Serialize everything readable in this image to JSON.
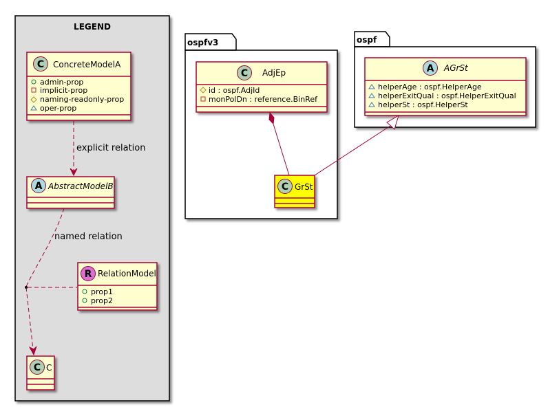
{
  "colors": {
    "class_fill": "#FEFECE",
    "class_border": "#A80036",
    "highlight_fill": "#FFFF00",
    "legend_fill": "#DDDDDD",
    "class_badge": "#ADD1B2",
    "abstract_badge": "#A9DCDF",
    "relation_badge": "#DA70D6",
    "package_fill": "#FFFFFF"
  },
  "legend": {
    "title": "LEGEND",
    "concrete_model": {
      "badge": "C",
      "name": "ConcreteModelA",
      "props": [
        {
          "visibility": "public",
          "name": "admin-prop"
        },
        {
          "visibility": "private",
          "name": "implicit-prop"
        },
        {
          "visibility": "protected",
          "name": "naming-readonly-prop"
        },
        {
          "visibility": "package",
          "name": "oper-prop"
        }
      ]
    },
    "explicit_relation_label": "explicit relation",
    "abstract_model": {
      "badge": "A",
      "name": "AbstractModelB"
    },
    "named_relation_label": "named relation",
    "relation_model": {
      "badge": "R",
      "name": "RelationModel",
      "props": [
        {
          "visibility": "public",
          "name": "prop1"
        },
        {
          "visibility": "public",
          "name": "prop2"
        }
      ]
    },
    "target_class": {
      "badge": "C",
      "name": "C"
    }
  },
  "packages": {
    "ospfv3": {
      "name": "ospfv3",
      "adjep": {
        "badge": "C",
        "name": "AdjEp",
        "props": [
          {
            "visibility": "protected",
            "name": "id : ospf.AdjId"
          },
          {
            "visibility": "private",
            "name": "monPolDn : reference.BinRef"
          }
        ]
      },
      "grst": {
        "badge": "C",
        "name": "GrSt"
      }
    },
    "ospf": {
      "name": "ospf",
      "agrst": {
        "badge": "A",
        "name": "AGrSt",
        "props": [
          {
            "visibility": "package",
            "name": "helperAge : ospf.HelperAge"
          },
          {
            "visibility": "package",
            "name": "helperExitQual : ospf.HelperExitQual"
          },
          {
            "visibility": "package",
            "name": "helperSt : ospf.HelperSt"
          }
        ]
      }
    }
  }
}
